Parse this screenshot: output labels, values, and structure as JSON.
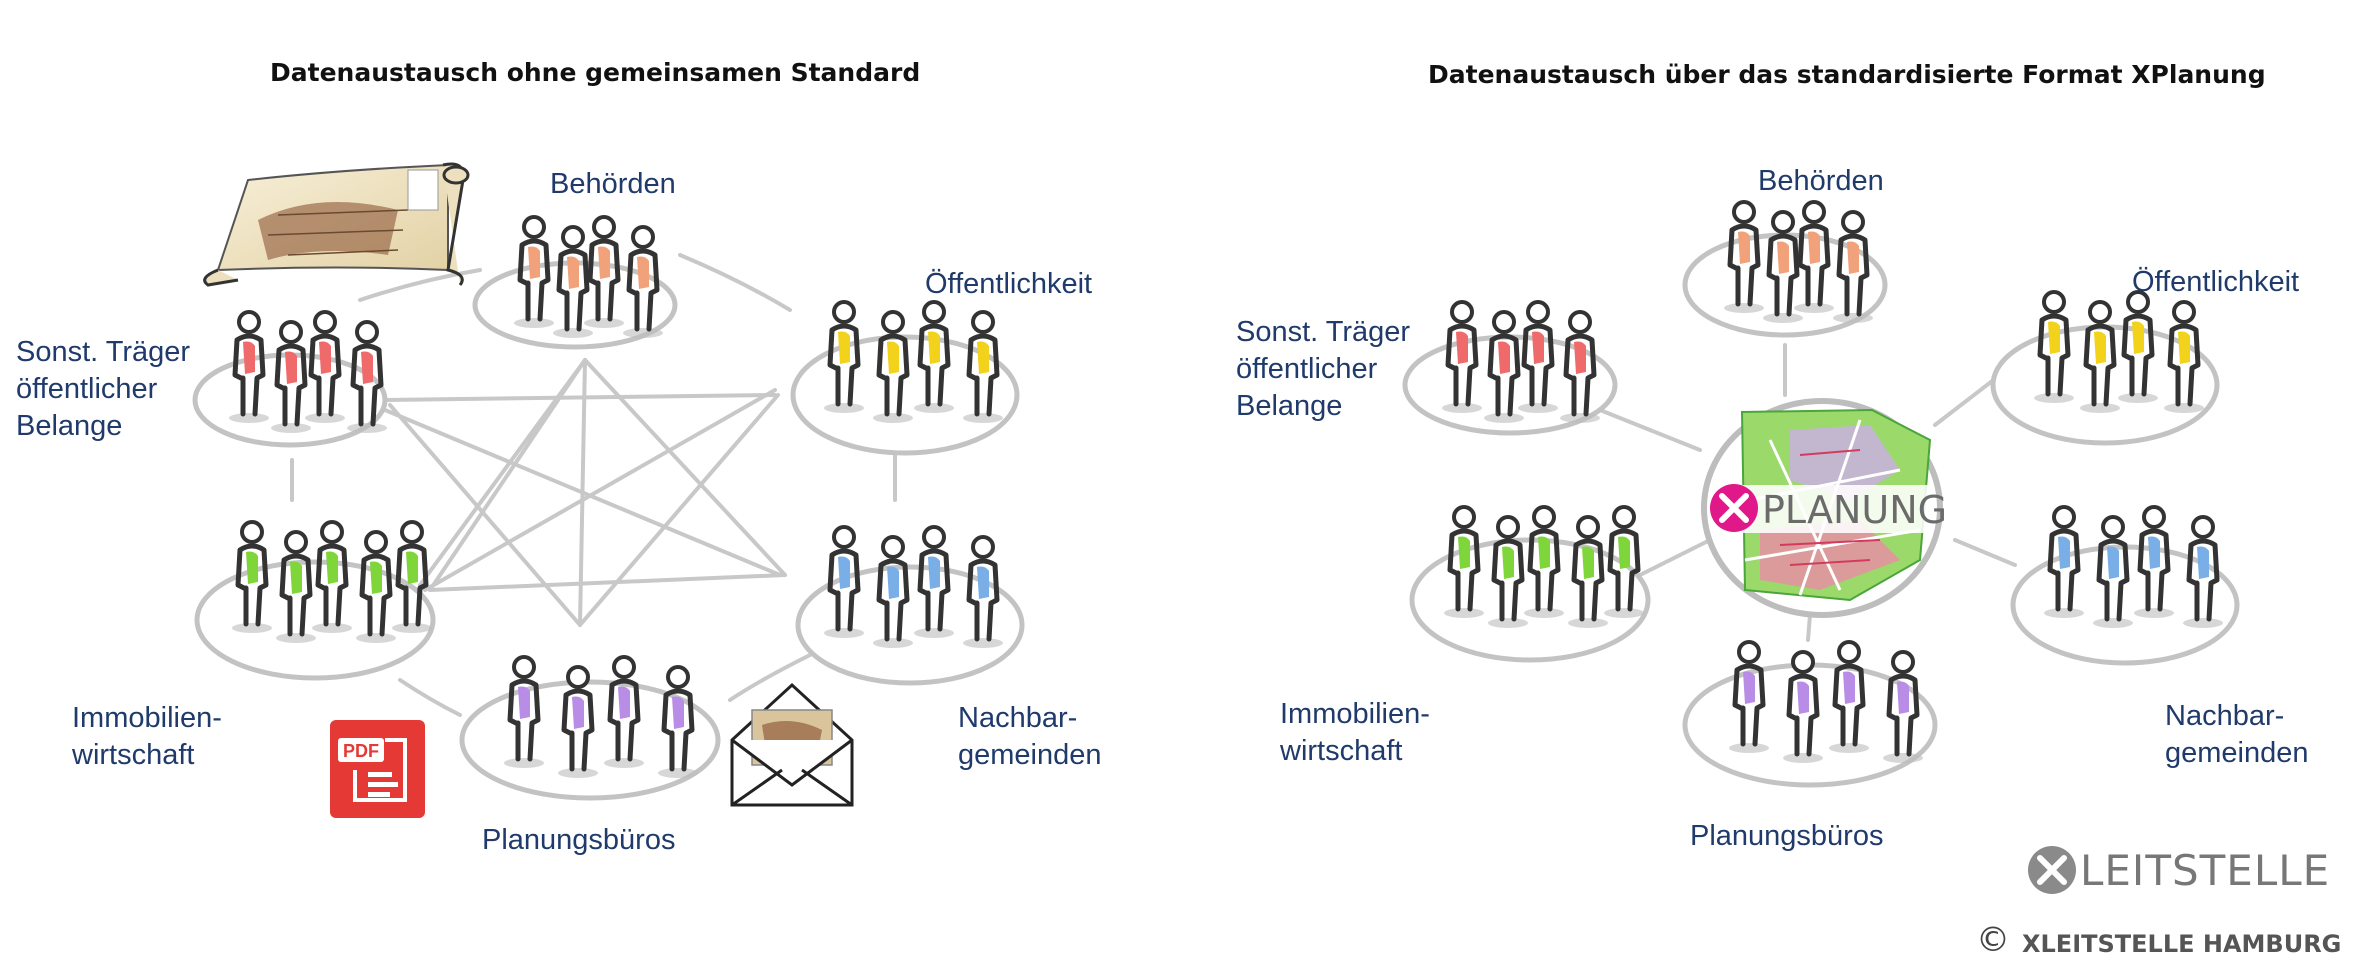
{
  "left": {
    "title": "Datenaustausch ohne gemeinsamen Standard",
    "labels": {
      "behoerden": "Behörden",
      "oeffentlichkeit": "Öffentlichkeit",
      "sonst_line1": "Sonst. Träger",
      "sonst_line2": "öffentlicher",
      "sonst_line3": "Belange",
      "immo_line1": "Immobilien-",
      "immo_line2": "wirtschaft",
      "nachbar_line1": "Nachbar-",
      "nachbar_line2": "gemeinden",
      "planungsbueros": "Planungsbüros"
    },
    "pdf_icon_text": "PDF"
  },
  "right": {
    "title": "Datenaustausch über das standardisierte Format XPlanung",
    "labels": {
      "behoerden": "Behörden",
      "oeffentlichkeit": "Öffentlichkeit",
      "sonst_line1": "Sonst. Träger",
      "sonst_line2": "öffentlicher",
      "sonst_line3": "Belange",
      "immo_line1": "Immobilien-",
      "immo_line2": "wirtschaft",
      "nachbar_line1": "Nachbar-",
      "nachbar_line2": "gemeinden",
      "planungsbueros": "Planungsbüros"
    },
    "hub_label": "PLANUNG"
  },
  "branding": {
    "logo_text": "LEITSTELLE",
    "copyright_symbol": "©",
    "footer_text": "XLEITSTELLE HAMBURG"
  },
  "colors": {
    "label_blue": "#1f3a6b",
    "behoerden": "#f2a27a",
    "oeffentlichkeit": "#f2d21a",
    "sonst": "#ef6a6a",
    "immobilien": "#7fd63a",
    "nachbar": "#7aaee6",
    "planung": "#b98de6",
    "xplanung_pink": "#e0188a",
    "pdf_red": "#e53935"
  },
  "icons": [
    "plan-scroll-icon",
    "pdf-icon",
    "envelope-icon",
    "xplanung-map-icon",
    "xleitstelle-logo-icon"
  ]
}
